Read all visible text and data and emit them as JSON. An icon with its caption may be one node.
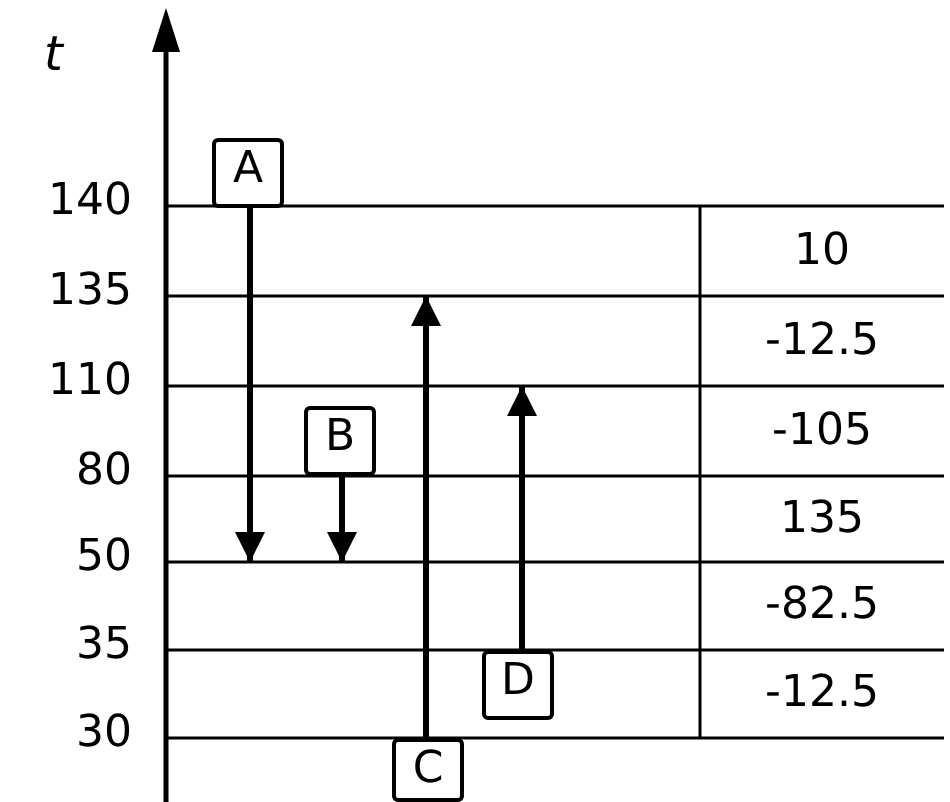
{
  "diagram": {
    "nodes": [
      {
        "text": [
          "A"
        ]
      },
      {
        "text": [
          "B"
        ]
      },
      {
        "text": [
          "C"
        ]
      },
      {
        "text": [
          "D"
        ]
      }
    ],
    "edges": [
      {
        "from": 0,
        "to": null,
        "arrow": "to"
      },
      {
        "from": 1,
        "to": null,
        "arrow": "to"
      },
      {
        "from": 2,
        "to": null,
        "arrow": "to"
      },
      {
        "from": 3,
        "to": null,
        "arrow": "to"
      }
    ],
    "labels": [
      "t",
      "140",
      "10",
      "135",
      "-12.5",
      "110",
      "-105",
      "80",
      "135",
      "50",
      "-82.5",
      "35",
      "-12.5",
      "30"
    ]
  }
}
